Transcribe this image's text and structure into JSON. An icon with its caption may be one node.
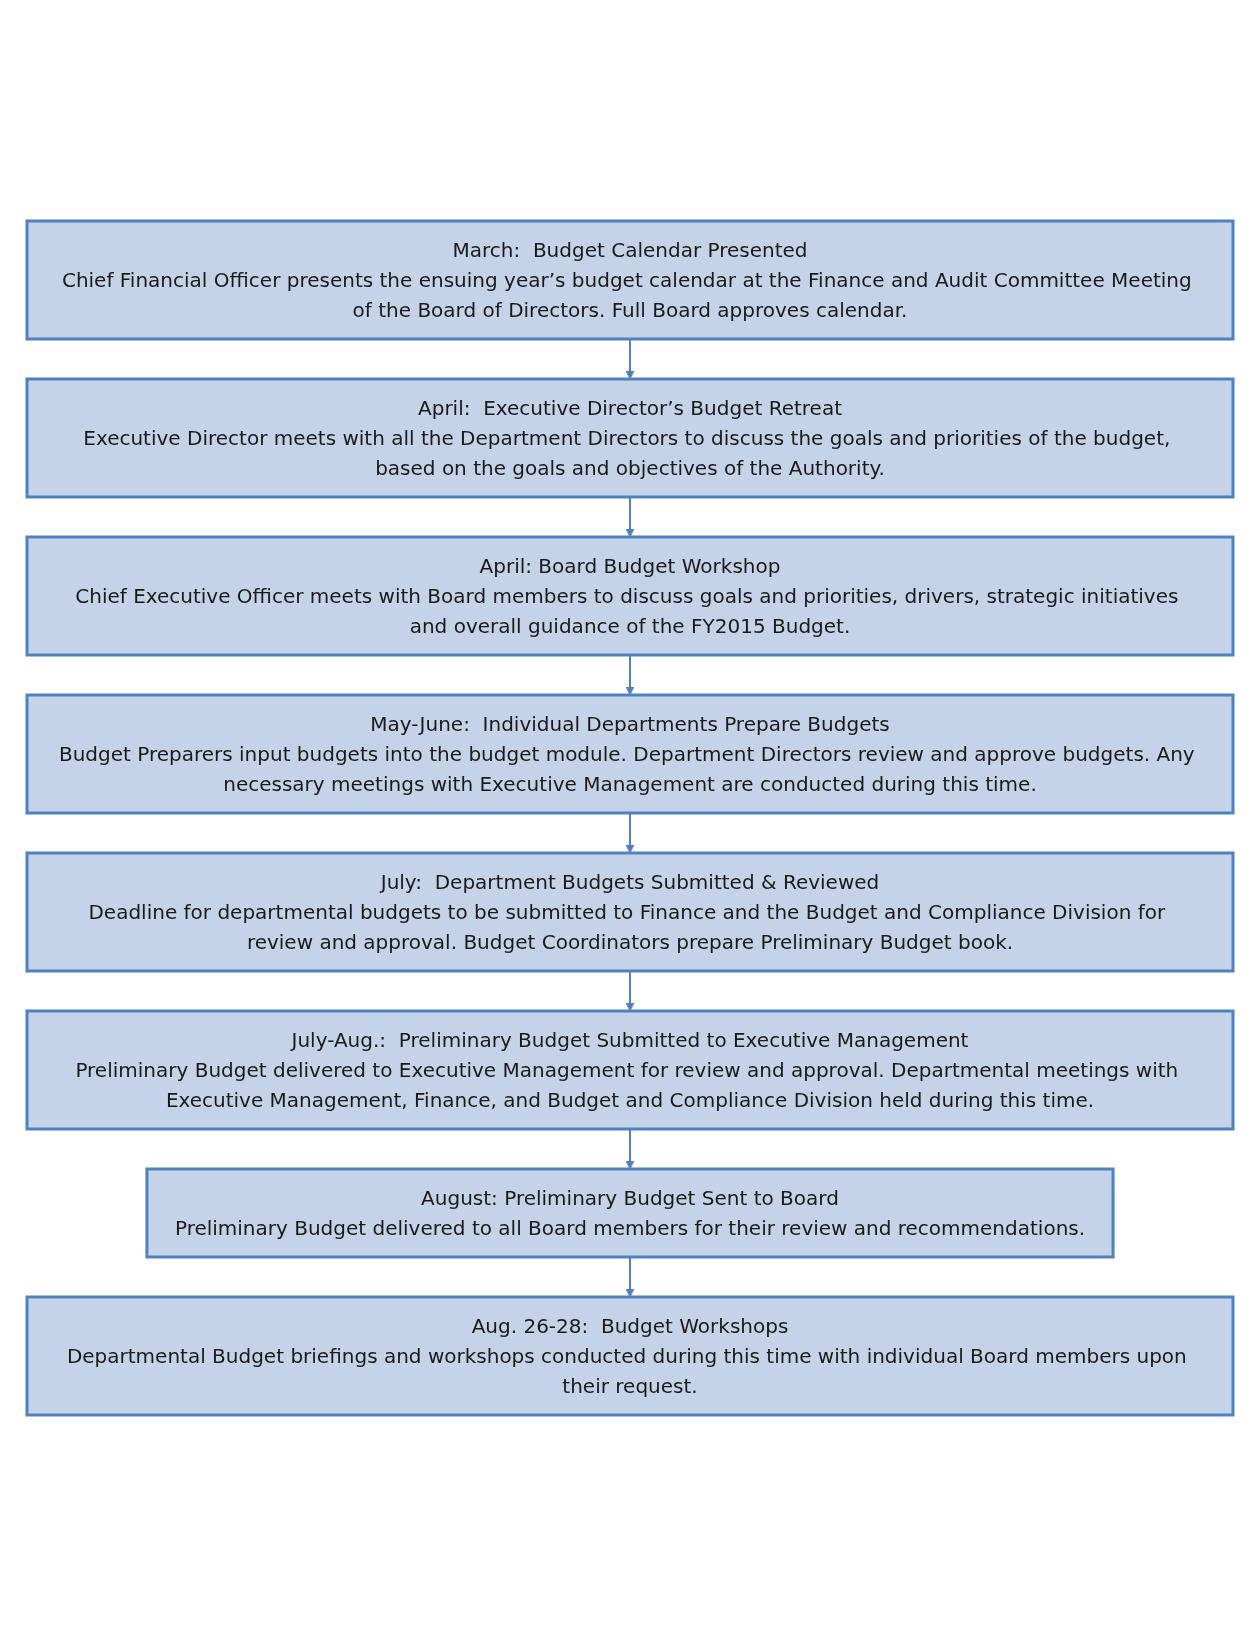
{
  "diagram": {
    "nodes": [
      {
        "text": [
          "March:  Budget Calendar Presented",
          "Chief Financial Officer presents the ensuing year’s budget calendar at the Finance and Audit Committee Meeting of the Board of Directors. Full Board approves calendar."
        ]
      },
      {
        "text": [
          "April:  Executive Director’s Budget Retreat",
          "Executive Director meets with all the Department Directors to discuss the goals and priorities of the budget, based on the goals and objectives of the Authority."
        ]
      },
      {
        "text": [
          "April: Board Budget Workshop",
          "Chief Executive Officer meets with Board members to discuss goals and priorities, drivers, strategic initiatives and overall guidance of the FY2015 Budget."
        ]
      },
      {
        "text": [
          "May-June:  Individual Departments Prepare Budgets",
          "Budget Preparers input budgets into the budget module. Department Directors review and approve budgets. Any necessary meetings with Executive Management are conducted during this time."
        ]
      },
      {
        "text": [
          "July:  Department Budgets Submitted & Reviewed",
          "Deadline for departmental budgets to be submitted to Finance and the Budget and Compliance Division for review and approval. Budget Coordinators prepare Preliminary Budget book."
        ]
      },
      {
        "text": [
          "July-Aug.:  Preliminary Budget Submitted to Executive Management",
          "Preliminary Budget delivered to Executive Management for review and approval. Departmental meetings with Executive Management, Finance, and Budget and Compliance Division held during this time."
        ]
      },
      {
        "text": [
          "August:  Preliminary Budget Sent to Board",
          "Preliminary Budget delivered to all Board members for their review and recommendations."
        ]
      },
      {
        "text": [
          "Aug. 26-28:  Budget Workshops",
          "Departmental Budget briefings and workshops conducted during this time with individual Board members upon their request."
        ]
      }
    ],
    "edges": [
      {
        "from": 0,
        "to": 1,
        "arrow": "to"
      },
      {
        "from": 1,
        "to": 2,
        "arrow": "to"
      },
      {
        "from": 2,
        "to": 3,
        "arrow": "to"
      },
      {
        "from": 3,
        "to": 4,
        "arrow": "to"
      },
      {
        "from": 4,
        "to": 5,
        "arrow": "to"
      },
      {
        "from": 5,
        "to": 6,
        "arrow": "to"
      },
      {
        "from": 6,
        "to": 7,
        "arrow": "to"
      }
    ]
  }
}
